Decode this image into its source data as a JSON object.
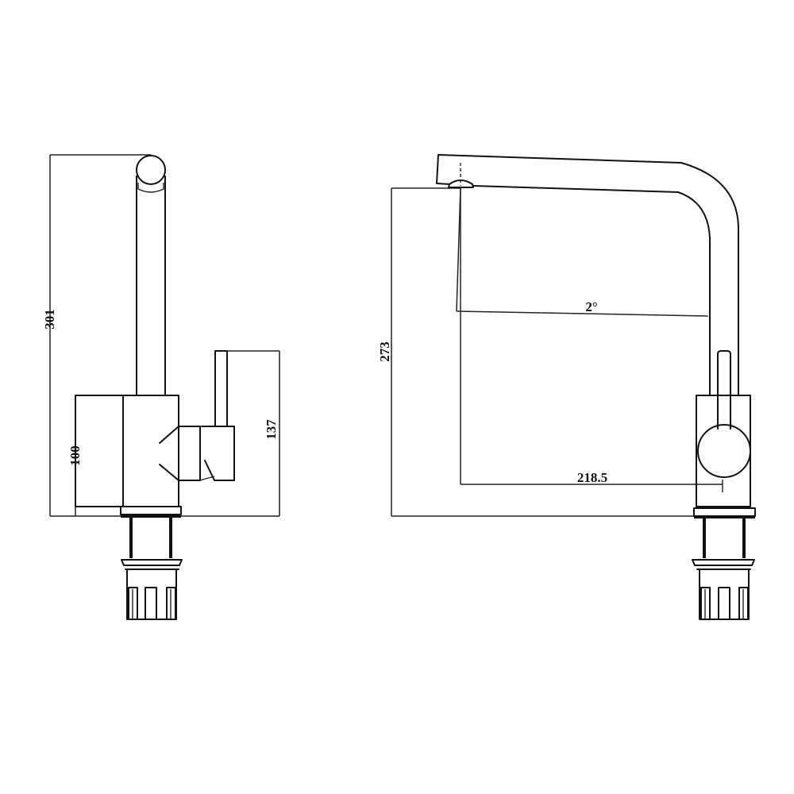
{
  "drawing": {
    "subject": "Kitchen faucet technical drawing",
    "views": [
      {
        "name": "front-view",
        "dimensions": {
          "overall_height": "301",
          "body_height": "100",
          "handle_height": "137"
        }
      },
      {
        "name": "side-view",
        "dimensions": {
          "spout_height": "273",
          "spout_reach": "218.5",
          "spout_angle": "2°"
        }
      }
    ],
    "colors": {
      "line": "#111111",
      "background": "#ffffff"
    }
  }
}
